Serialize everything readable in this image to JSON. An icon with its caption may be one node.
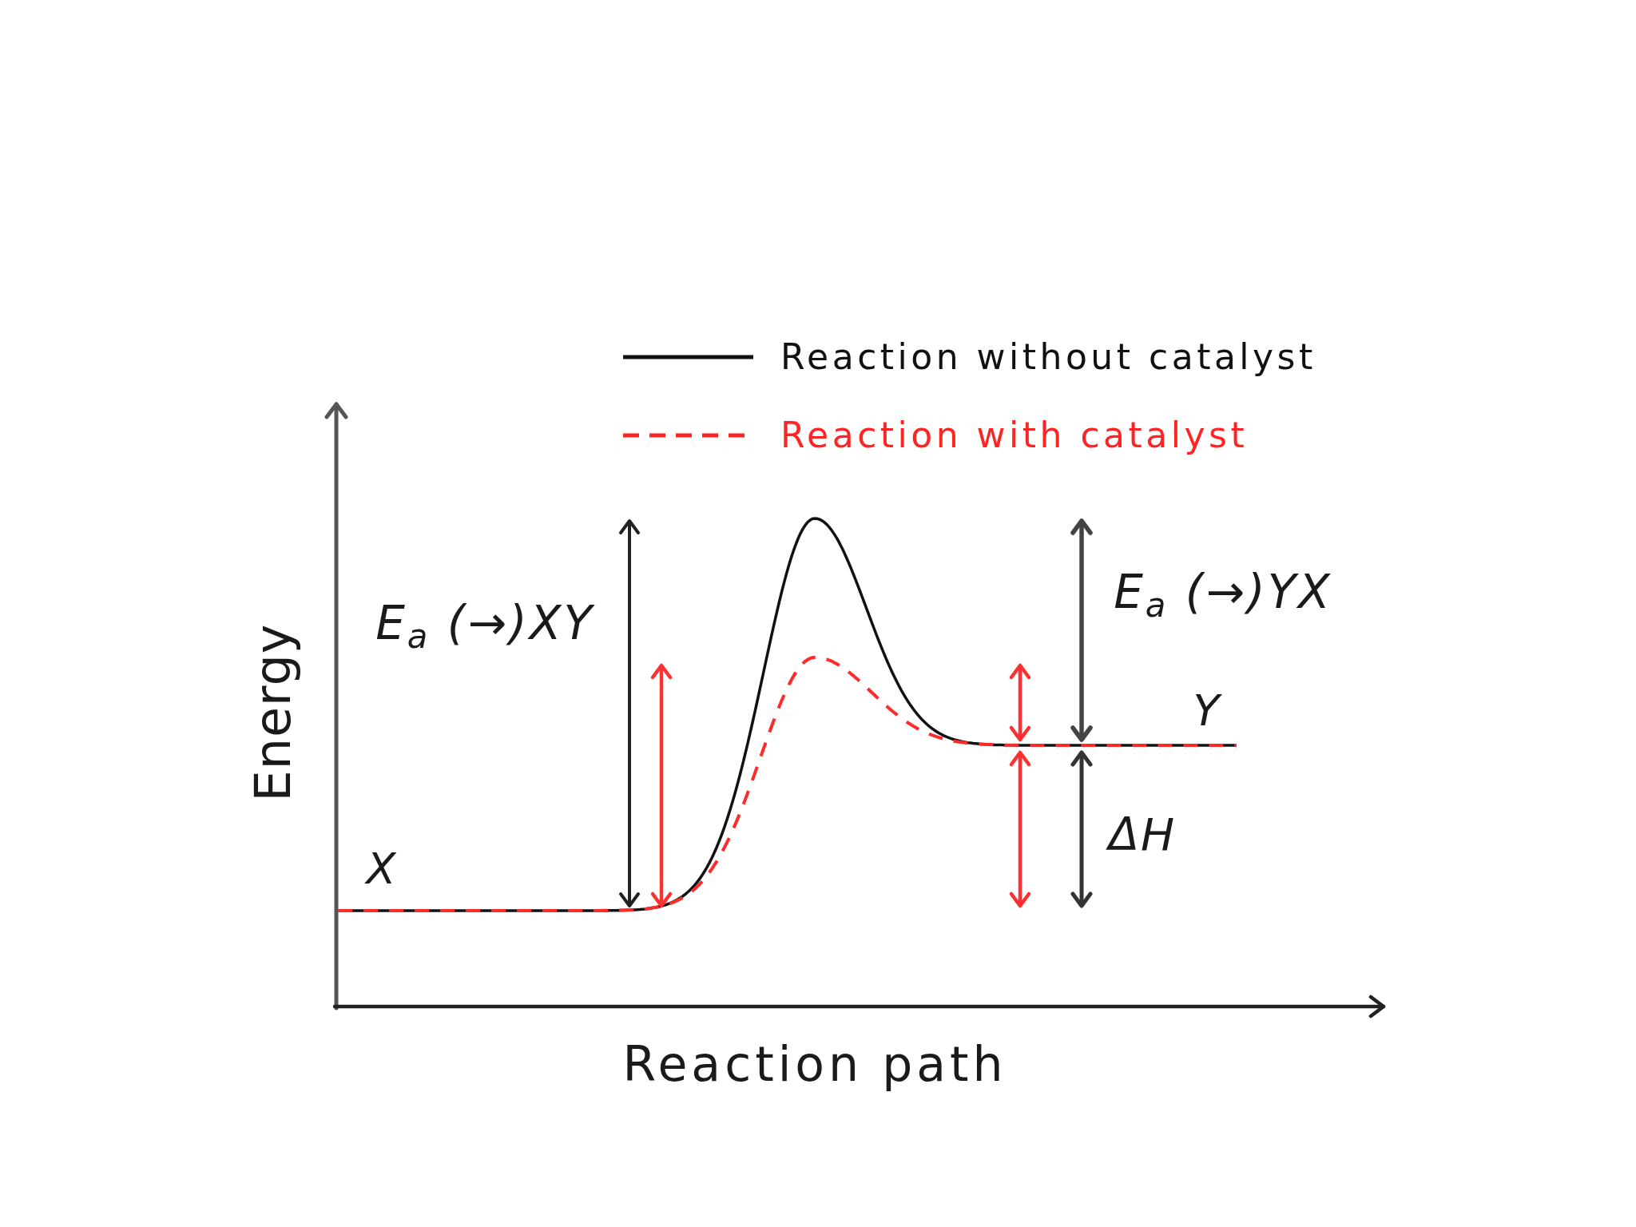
{
  "diagram": {
    "labels": [
      "E$_{a}$ (→)XY",
      "E$_{a}$ (→)YX",
      "Energy",
      "Y",
      "ΔH",
      "X",
      "Reaction path"
    ],
    "legend": [
      {
        "text": "Reaction without catalyst"
      },
      {
        "text": "Reaction with catalyst"
      }
    ]
  }
}
